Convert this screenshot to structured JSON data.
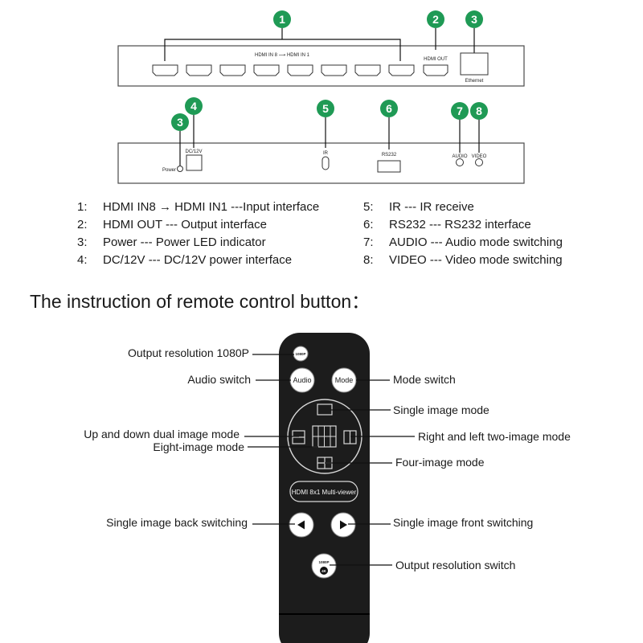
{
  "colors": {
    "badge": "#1f9a55",
    "remote_body": "#1c1c1c",
    "button_fill": "#ffffff",
    "button_stroke": "#8a8a8a",
    "leader_line": "#111111"
  },
  "rear_panel": {
    "badges": {
      "hdmi_in": "1",
      "hdmi_out": "2",
      "ethernet": "3"
    },
    "hdmi_range_label": "HDMI IN 8 ⟶ HDMI IN 1",
    "hdmi_out_label": "HDMI OUT",
    "ethernet_label": "Ethernet"
  },
  "front_panel": {
    "badges": {
      "power": "3",
      "dc": "4",
      "ir": "5",
      "rs232": "6",
      "audio": "7",
      "video": "8"
    },
    "power_label": "Power",
    "dc_label": "DC/12V",
    "ir_label": "IR",
    "rs232_label": "RS232",
    "audio_label": "AUDIO",
    "video_label": "VIDEO"
  },
  "legend": {
    "left": [
      {
        "num": "1:",
        "text": "HDMI IN8 → HDMI IN1 ---Input interface"
      },
      {
        "num": "2:",
        "text": "HDMI OUT --- Output interface"
      },
      {
        "num": "3:",
        "text": "Power --- Power LED indicator"
      },
      {
        "num": "4:",
        "text": "DC/12V --- DC/12V power interface"
      }
    ],
    "right": [
      {
        "num": "5:",
        "text": "IR --- IR receive"
      },
      {
        "num": "6:",
        "text": "RS232 --- RS232 interface"
      },
      {
        "num": "7:",
        "text": "AUDIO --- Audio mode switching"
      },
      {
        "num": "8:",
        "text": "VIDEO --- Video mode switching"
      }
    ]
  },
  "remote_heading": "The instruction of remote control button：",
  "remote": {
    "btn_1080p": "1080P",
    "btn_audio": "Audio",
    "btn_mode": "Mode",
    "brand_label": "HDMI 8x1 Multi-viewer",
    "res_top": "1080P",
    "res_bottom": "4K"
  },
  "callouts": {
    "output_1080p": "Output resolution 1080P",
    "audio_switch": "Audio switch",
    "mode_switch": "Mode switch",
    "single_image": "Single image mode",
    "up_down_dual": "Up and down dual image mode",
    "eight_image": "Eight-image mode",
    "right_left_two": "Right and left two-image mode",
    "four_image": "Four-image mode",
    "back_switch": "Single image back switching",
    "front_switch": "Single image front switching",
    "resolution_switch": "Output resolution switch"
  }
}
